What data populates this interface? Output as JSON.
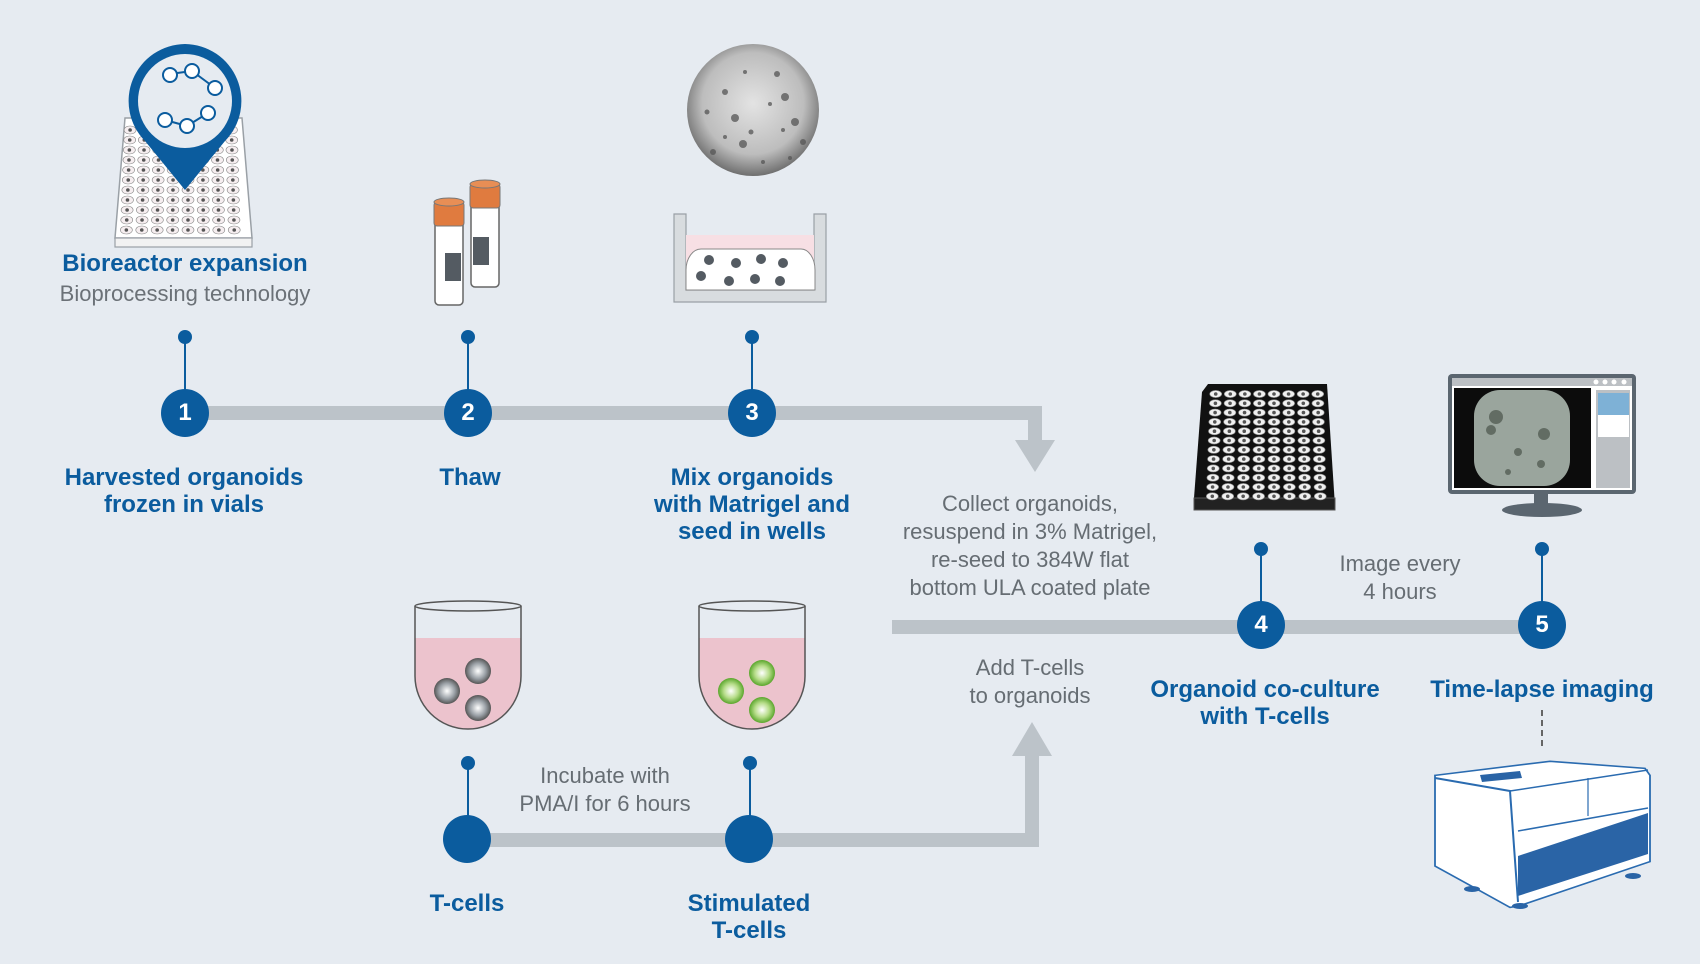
{
  "colors": {
    "background": "#e6ebf1",
    "accent_blue": "#0b5c9e",
    "connector_gray": "#bcc3c9",
    "note_gray": "#666d73",
    "cap_orange": "#e07b3f",
    "medium_pink": "#f2cdd6",
    "stimulated_green": "#7cc142"
  },
  "top_row": {
    "bioreactor": {
      "title": "Bioreactor expansion",
      "subtitle": "Bioprocessing technology",
      "icon": "bioreactor-plate-pin-icon"
    },
    "steps": [
      {
        "number": "1",
        "label_lines": [
          "Harvested organoids",
          "frozen in vials"
        ]
      },
      {
        "number": "2",
        "label_lines": [
          "Thaw"
        ],
        "icon": "cryovials-icon"
      },
      {
        "number": "3",
        "label_lines": [
          "Mix organoids",
          "with Matrigel and",
          "seed in wells"
        ],
        "icon": "well-with-organoids-icon",
        "image": "organoid-micrograph"
      }
    ]
  },
  "middle": {
    "collect_note": [
      "Collect organoids,",
      "resuspend in 3% Matrigel,",
      "re-seed to 384W flat",
      "bottom ULA coated plate"
    ],
    "add_note": [
      "Add T-cells",
      "to organoids"
    ],
    "image_note": [
      "Image every",
      "4 hours"
    ],
    "steps": [
      {
        "number": "4",
        "label_lines": [
          "Organoid co-culture",
          "with T-cells"
        ],
        "icon": "384-well-plate-icon"
      },
      {
        "number": "5",
        "label_lines": [
          "Time-lapse imaging"
        ],
        "icon": "monitor-time-lapse-icon",
        "device": "imaging-instrument-icon"
      }
    ]
  },
  "bottom_row": {
    "incubate_note": [
      "Incubate with",
      "PMA/I for 6 hours"
    ],
    "nodes": [
      {
        "label_lines": [
          "T-cells"
        ],
        "icon": "tcells-tube-icon"
      },
      {
        "label_lines": [
          "Stimulated",
          "T-cells"
        ],
        "icon": "stimulated-tcells-tube-icon"
      }
    ]
  }
}
